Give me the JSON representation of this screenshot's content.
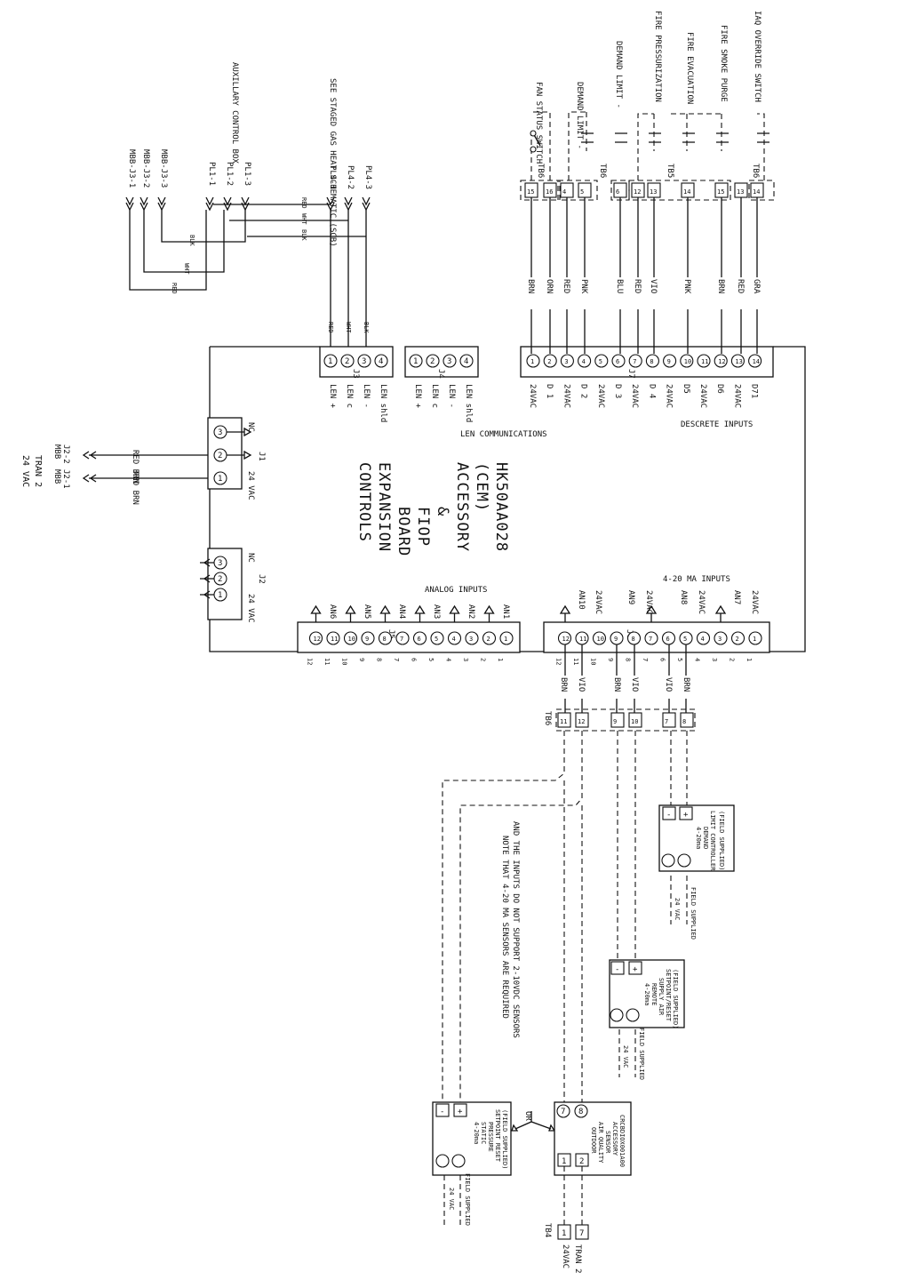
{
  "power": {
    "line1": "24 VAC",
    "line2": "TRAN 2",
    "mbb_a": "MBB",
    "mbb_b": "MBB",
    "j22": "J2-2",
    "j21": "J2-1",
    "wire": "RED BRN",
    "wire2": "RED BRN"
  },
  "board": {
    "lines": [
      "CONTROLS",
      "EXPANSION",
      "BOARD",
      "FIOP",
      "&",
      "ACCESSORY",
      "(CEM)",
      "HK50AA028"
    ]
  },
  "j1": {
    "label": "J1",
    "nc": "NC",
    "vac": "24 VAC",
    "pins": [
      "1",
      "2",
      "3"
    ]
  },
  "j2": {
    "label": "J2",
    "nc": "NC",
    "vac": "24 VAC",
    "pins": [
      "1",
      "2",
      "3"
    ]
  },
  "len": {
    "title": "LEN COMMUNICATIONS",
    "j3": "J3",
    "j4": "J4",
    "labels": [
      "LEN +",
      "LEN c",
      "LEN -",
      "LEN shld"
    ],
    "pins": [
      "1",
      "2",
      "3",
      "4"
    ],
    "wires": [
      "RED",
      "WHT",
      "BLK"
    ]
  },
  "aux": {
    "mbb": [
      "MBB-J3-1",
      "MBB-J3-2",
      "MBB-J3-3"
    ],
    "pl1": [
      "PL1-1",
      "PL1-2",
      "PL1-3"
    ],
    "pl4": [
      "PL4-1",
      "PL4-2",
      "PL4-3"
    ],
    "aux_title": "AUXILLARY CONTROL BOX",
    "scb_title": "SEE STAGED GAS HEAT SCHEMATIC (SCB)",
    "wires_a": [
      "RED",
      "WHT",
      "BLK"
    ],
    "wires_b": [
      "RED",
      "WHT",
      "BLK"
    ]
  },
  "discrete": {
    "title": "DESCRETE INPUTS",
    "connector": "J7",
    "pins": [
      "1",
      "2",
      "3",
      "4",
      "5",
      "6",
      "7",
      "8",
      "9",
      "10",
      "11",
      "12",
      "13",
      "14"
    ],
    "labels": [
      "24VAC",
      "D 1",
      "24VAC",
      "D 2",
      "24VAC",
      "D 3",
      "24VAC",
      "D 4",
      "24VAC",
      "D5",
      "24VAC",
      "D6",
      "24VAC",
      "D71"
    ],
    "wires": [
      "BRN",
      "ORN",
      "RED",
      "PNK",
      "BLU",
      "RED",
      "VIO",
      "PNK",
      "BRN",
      "RED",
      "GRA"
    ],
    "terms": [
      "15",
      "16",
      "4",
      "5",
      "6",
      "12",
      "13",
      "14",
      "15",
      "13",
      "14"
    ],
    "tb": [
      "TB6",
      "TB6",
      "TB5",
      "TB6"
    ],
    "switches": [
      "FAN STATUS SWITCH",
      "DEMAND LIMIT -",
      "DEMAND LIMIT -",
      "FIRE PRESSURIZATION",
      "FIRE EVACUATION",
      "FIRE SMOKE PURGE",
      "IAQ OVERRIDE SWITCH"
    ]
  },
  "analog": {
    "title": "ANALOG INPUTS",
    "connector": "J5",
    "pins": [
      "1",
      "2",
      "3",
      "4",
      "5",
      "6",
      "7",
      "8",
      "9",
      "10",
      "11",
      "12"
    ],
    "labels": [
      "AN1",
      "AN2",
      "AN3",
      "AN4",
      "AN5",
      "AN6"
    ]
  },
  "ma": {
    "title": "4-20 MA INPUTS",
    "connector": "J6",
    "pins": [
      "1",
      "2",
      "3",
      "4",
      "5",
      "6",
      "7",
      "8",
      "9",
      "10",
      "11",
      "12"
    ],
    "labels": [
      "24VAC",
      "AN7",
      "24VAC",
      "AN8",
      "24VAC",
      "AN9",
      "24VAC",
      "AN10"
    ],
    "wires": [
      "BRN",
      "VIO",
      "BRN",
      "VIO",
      "VIO",
      "BRN"
    ],
    "tb": "TB6",
    "terms": [
      "11",
      "12",
      "9",
      "10",
      "7",
      "8"
    ]
  },
  "sensors": {
    "note1": "NOTE THAT 4-20 MA SENSORS ARE REQUIRED",
    "note2": "AND THE INPUTS DO NOT SUPPORT 2-10VDC SENSORS",
    "demand": [
      "4-20ma",
      "DEMAND",
      "LIMIT CONTROLLER",
      "(FIELD SUPPLIED)"
    ],
    "remote": [
      "4-20ma",
      "REMOTE",
      "SUPPLY AIR",
      "SETPOINT/RESET",
      "(FIELD SUPPLIED)"
    ],
    "static": [
      "4-20ma",
      "STATIC",
      "PRESSURE",
      "SETPOINT RESET",
      "(FIELD SUPPLIED)"
    ],
    "oaq": [
      "OUTDOOR",
      "AIR QUALITY",
      "SENSOR",
      "ACCESSORY",
      "CRCBDIOX001A00"
    ],
    "field1": "24 VAC",
    "field2": "FIELD SUPPLIED",
    "or": "OR",
    "plus": "+",
    "minus": "-",
    "tb4": "TB4",
    "tb4_terms": [
      "1",
      "7"
    ],
    "tran_a": "24VAC",
    "tran_b": "TRAN 2",
    "oaq_pins": [
      "7",
      "8",
      "1",
      "2"
    ]
  }
}
